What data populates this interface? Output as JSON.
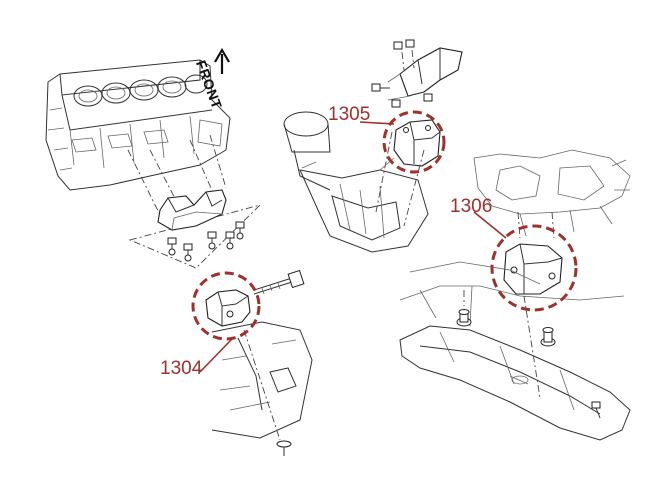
{
  "diagram": {
    "direction_label": "FRONT",
    "callouts": [
      {
        "id": "1304",
        "label": "1304"
      },
      {
        "id": "1305",
        "label": "1305"
      },
      {
        "id": "1306",
        "label": "1306"
      }
    ],
    "colors": {
      "callout": "#a0302a",
      "linework": "#333333",
      "background": "#ffffff"
    }
  }
}
